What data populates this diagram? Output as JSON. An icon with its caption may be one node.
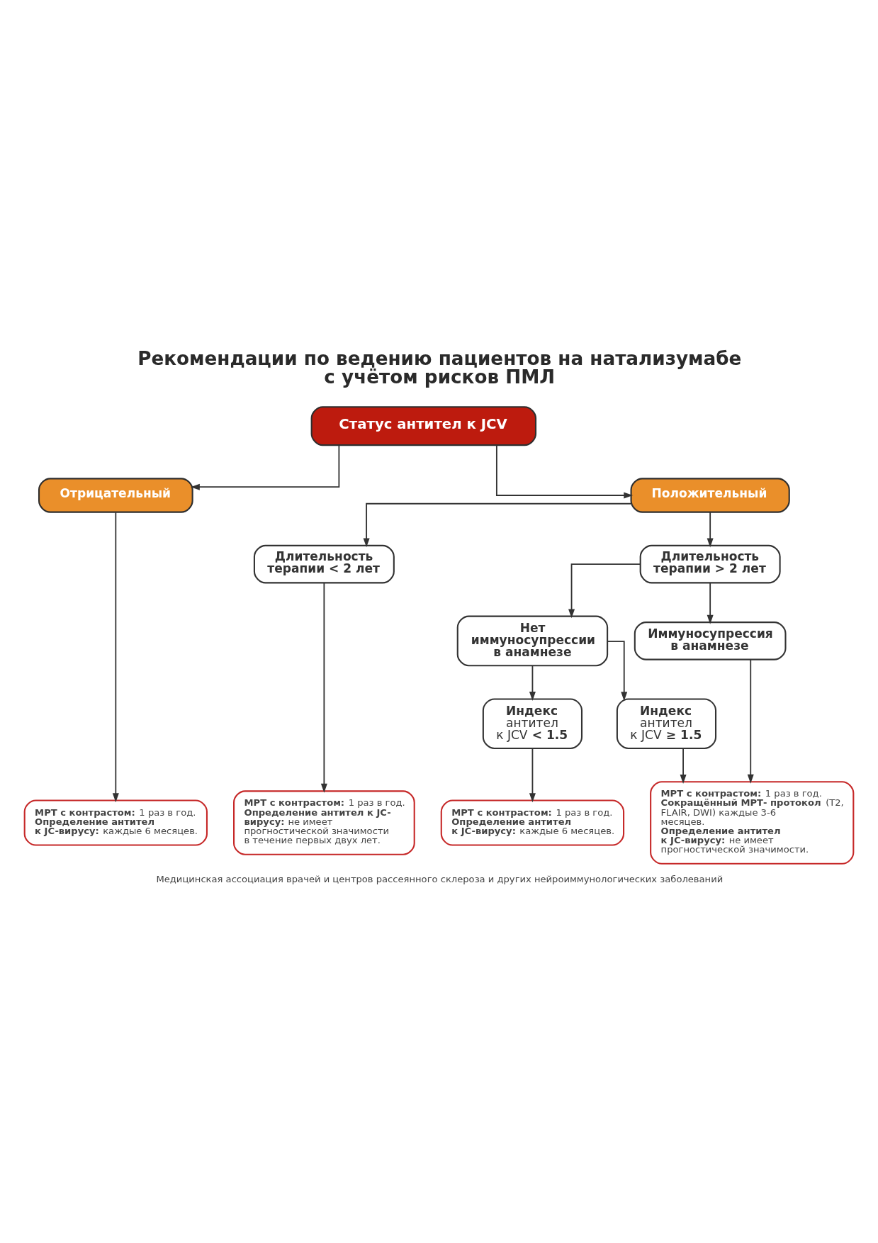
{
  "diagram": {
    "title": "Рекомендации по ведению пациентов на натализумабе с учётом рисков ПМЛ",
    "caption": "Медицинская ассоциация врачей и центров рассеянного склероза и других нейроиммунологических заболеваний",
    "nodes": [
      {
        "text": [
          "Статус антител к JCV"
        ]
      },
      {
        "text": [
          "Отрицательный"
        ]
      },
      {
        "text": [
          "Положительный"
        ]
      },
      {
        "text": [
          "Длительность терапии < 2 лет"
        ]
      },
      {
        "text": [
          "Длительность терапии > 2 лет"
        ]
      },
      {
        "text": [
          "Нет иммуносупрессии в анамнезе"
        ]
      },
      {
        "text": [
          "Иммуносупрессия в анамнезе"
        ]
      },
      {
        "text": [
          "**Индекс** антител к JCV **< 1.5**"
        ]
      },
      {
        "text": [
          "**Индекс** антител к JCV **≥ 1.5**"
        ]
      },
      {
        "text": [
          "**МРТ с контрастом:** 1 раз в год.",
          "**Определение антител к JC-вирусу:** каждые 6 месяцев."
        ]
      },
      {
        "text": [
          "**МРТ с контрастом:** 1 раз в год.",
          "**Определение антител к JC- вирусу:** не имеет прогностической значимости в течение первых двух лет."
        ]
      },
      {
        "text": [
          "**МРТ с контрастом:** 1 раз в год.",
          "**Определение антител к JC-вирусу:** каждые 6 месяцев."
        ]
      },
      {
        "text": [
          "**МРТ с контрастом:** 1 раз в год.",
          "**Сокращённый МРТ- протокол** (T2, FLAIR, DWI) каждые 3-6 месяцев.",
          "**Определение антител к JC-вирусу:** не имеет прогностической значимости."
        ]
      }
    ],
    "edges": [
      {
        "from": 0,
        "to": 1,
        "arrow": "to"
      },
      {
        "from": 0,
        "to": 2,
        "arrow": "to"
      },
      {
        "from": 1,
        "to": 9,
        "arrow": "to"
      },
      {
        "from": 2,
        "to": 3,
        "arrow": "to"
      },
      {
        "from": 2,
        "to": 4,
        "arrow": "to"
      },
      {
        "from": 3,
        "to": 10,
        "arrow": "to"
      },
      {
        "from": 4,
        "to": 5,
        "arrow": "to"
      },
      {
        "from": 4,
        "to": 6,
        "arrow": "to"
      },
      {
        "from": 5,
        "to": 7,
        "arrow": "to"
      },
      {
        "from": 5,
        "to": 8,
        "arrow": "to"
      },
      {
        "from": 7,
        "to": 11,
        "arrow": "to"
      },
      {
        "from": 8,
        "to": 12,
        "arrow": "to"
      },
      {
        "from": 6,
        "to": 12,
        "arrow": "to"
      }
    ]
  }
}
